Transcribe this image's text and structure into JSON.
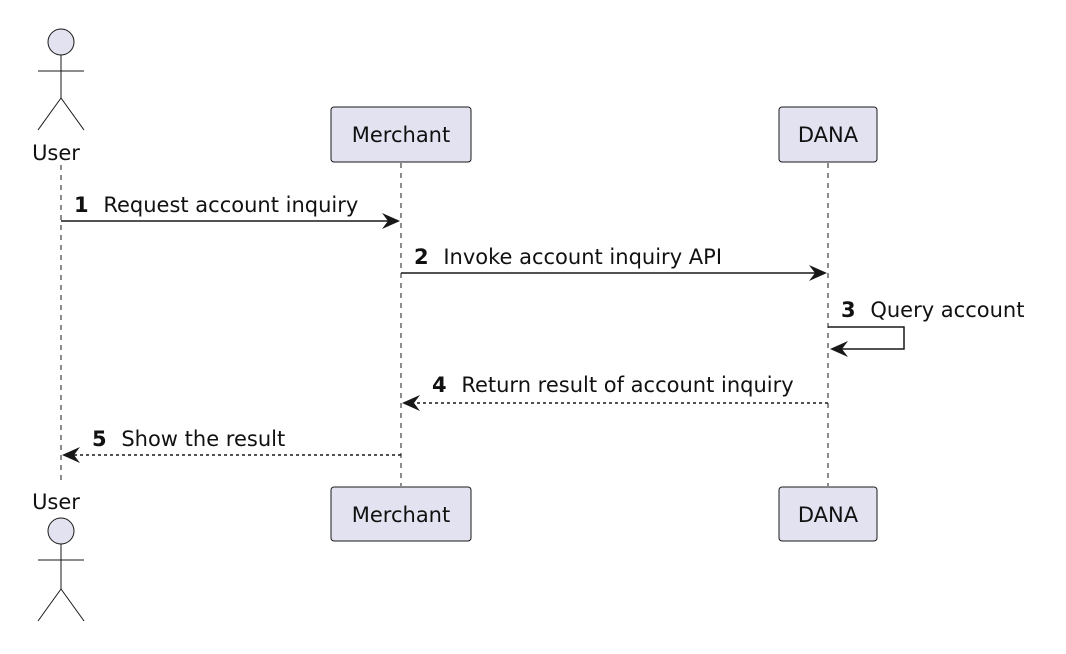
{
  "colors": {
    "participant_fill": "#E2E2F0",
    "stroke": "#181818",
    "background": "#FFFFFF"
  },
  "participants": {
    "user": {
      "label": "User",
      "kind": "actor"
    },
    "merchant": {
      "label": "Merchant",
      "kind": "participant"
    },
    "dana": {
      "label": "DANA",
      "kind": "participant"
    }
  },
  "messages": [
    {
      "number": "1",
      "text": "Request account inquiry",
      "from": "User",
      "to": "Merchant",
      "style": "solid"
    },
    {
      "number": "2",
      "text": "Invoke account inquiry API",
      "from": "Merchant",
      "to": "DANA",
      "style": "solid"
    },
    {
      "number": "3",
      "text": "Query account",
      "from": "DANA",
      "to": "DANA",
      "style": "solid"
    },
    {
      "number": "4",
      "text": "Return result of account inquiry",
      "from": "DANA",
      "to": "Merchant",
      "style": "dashed"
    },
    {
      "number": "5",
      "text": "Show the result",
      "from": "Merchant",
      "to": "User",
      "style": "dashed"
    }
  ]
}
